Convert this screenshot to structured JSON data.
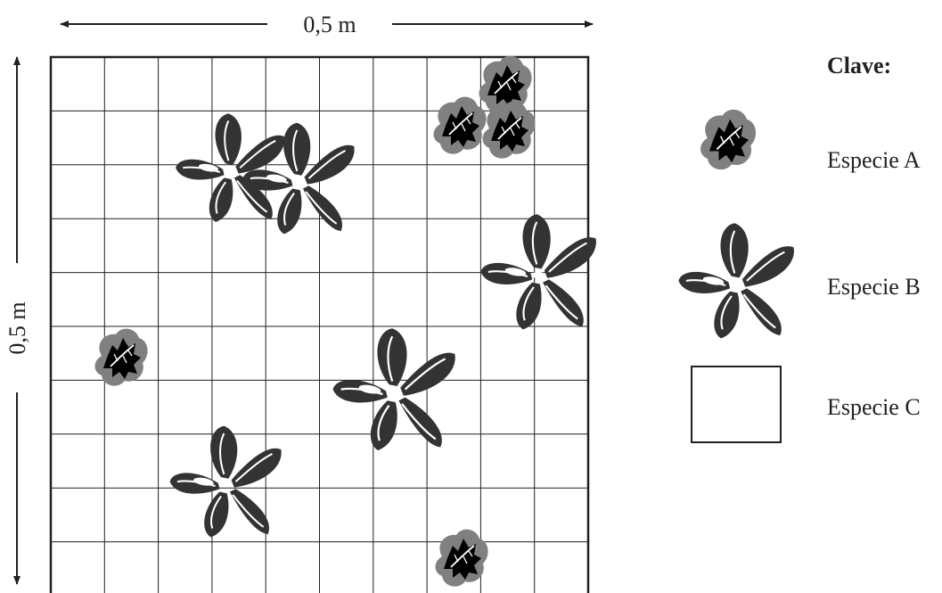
{
  "quadrat": {
    "width_label": "0,5 m",
    "height_label": "0,5 m",
    "grid_columns": 10,
    "grid_rows": 10
  },
  "legend": {
    "title": "Clave:",
    "species_a": "Especie A",
    "species_b": "Especie B",
    "species_c": "Especie C"
  },
  "colors": {
    "line": "#231f20",
    "leaf_dark": "#333333",
    "leaf_black": "#000000",
    "leaf_grey": "#808080",
    "background": "#ffffff"
  },
  "icons": {
    "species_a": "leafy-rosette-small-icon",
    "species_b": "five-leaf-plant-icon",
    "species_c": "empty-square-icon"
  }
}
